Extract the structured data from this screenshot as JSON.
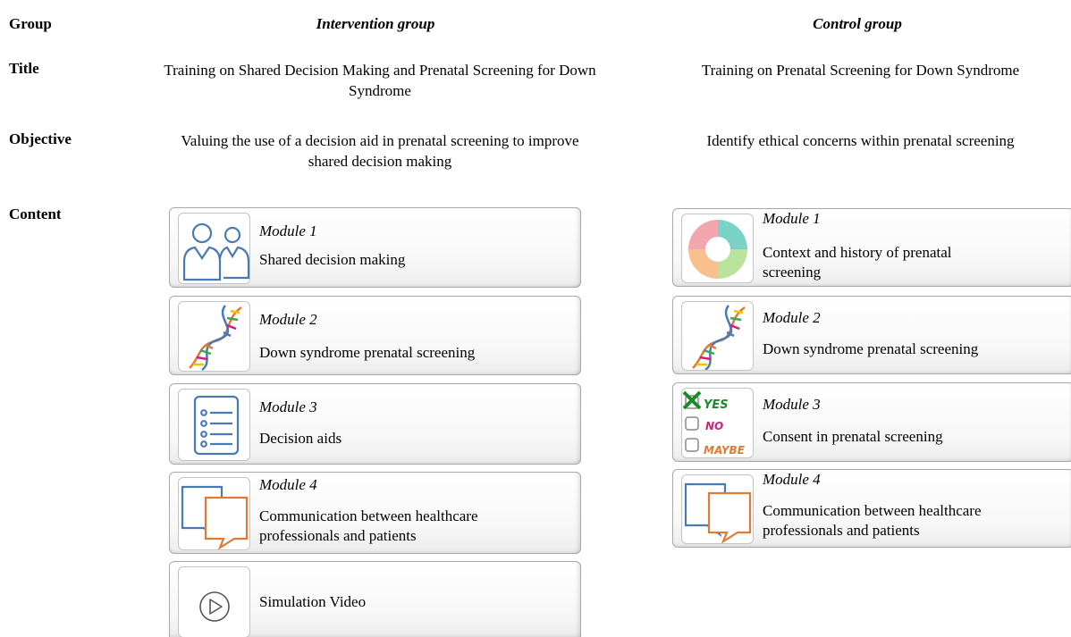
{
  "headers": {
    "group_label": "Group",
    "intervention": "Intervention group",
    "control": "Control group"
  },
  "rows": {
    "title": {
      "label": "Title",
      "intervention": "Training on Shared Decision Making and Prenatal Screening for Down Syndrome",
      "control": "Training on Prenatal Screening for Down Syndrome"
    },
    "objective": {
      "label": "Objective",
      "intervention": "Valuing the use of a decision aid in prenatal screening to improve shared decision making",
      "control": "Identify ethical concerns within prenatal screening"
    },
    "content": {
      "label": "Content"
    }
  },
  "intervention_modules": [
    {
      "title": "Module 1",
      "desc_lines": [
        "Shared decision making"
      ],
      "icon": "people-icon"
    },
    {
      "title": "Module 2",
      "desc_lines": [
        "Down syndrome prenatal screening"
      ],
      "icon": "dna-icon"
    },
    {
      "title": "Module 3",
      "desc_lines": [
        "Decision aids"
      ],
      "icon": "checklist-icon"
    },
    {
      "title": "Module 4",
      "desc_lines": [
        "Communication between healthcare",
        "professionals and patients"
      ],
      "icon": "speech-bubbles-icon"
    },
    {
      "title": "",
      "desc_lines": [
        "Simulation Video"
      ],
      "icon": "play-icon"
    }
  ],
  "control_modules": [
    {
      "title": "Module 1",
      "desc_lines": [
        "Context and history of prenatal",
        "screening"
      ],
      "icon": "cycle-icon"
    },
    {
      "title": "Module 2",
      "desc_lines": [
        "Down syndrome prenatal screening"
      ],
      "icon": "dna-icon"
    },
    {
      "title": "Module 3",
      "desc_lines": [
        "Consent in prenatal screening"
      ],
      "icon": "consent-checkbox-icon",
      "icon_text": [
        "YES",
        "NO",
        "MAYBE"
      ]
    },
    {
      "title": "Module 4",
      "desc_lines": [
        "Communication between healthcare",
        "professionals and patients"
      ],
      "icon": "speech-bubbles-icon"
    }
  ],
  "colors": {
    "blue": "#4a7ab5",
    "orange": "#e07a35",
    "green": "#1a8a2a",
    "pink": "#d0207a",
    "card_border": "#a9a9a9"
  }
}
